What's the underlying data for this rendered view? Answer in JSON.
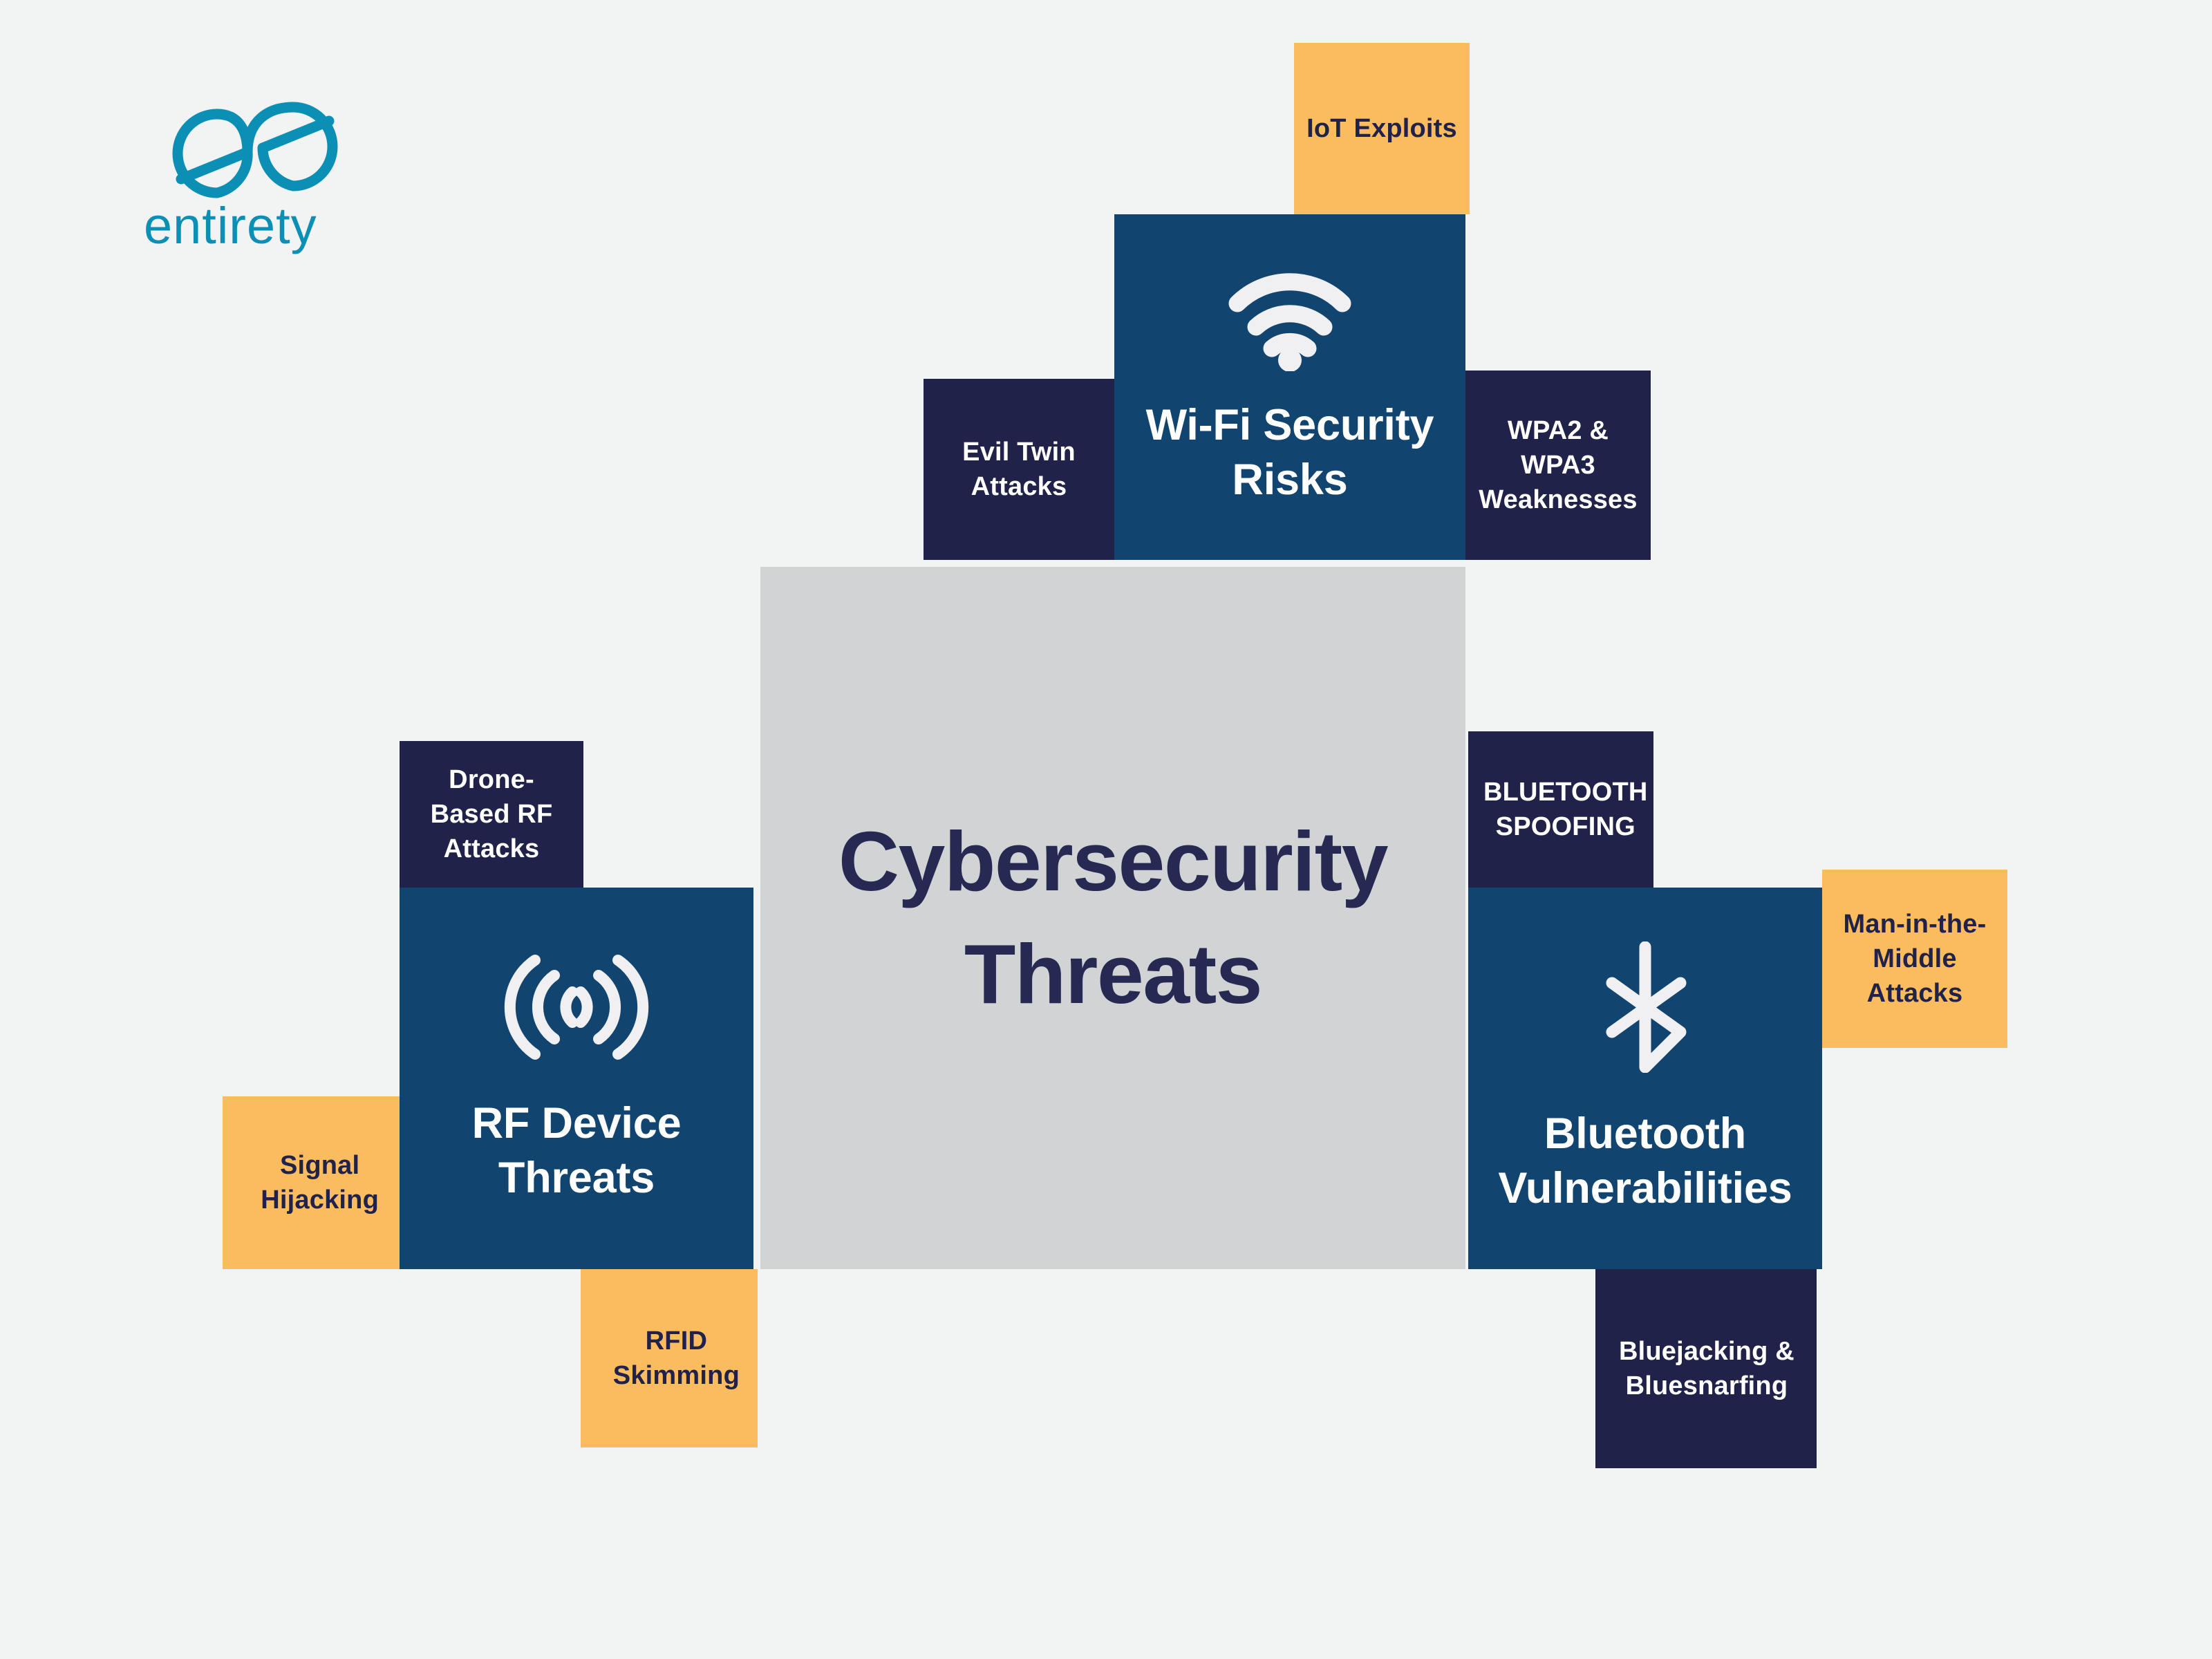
{
  "brand": {
    "name": "entirety",
    "logo_icon": "infinity-double-e-logo",
    "color": "#0b8fb5"
  },
  "colors": {
    "background": "#f2f3f3",
    "center_fill": "#d2d3d5",
    "navy": "#21224a",
    "blue": "#114570",
    "amber": "#fbbc5f",
    "title_text": "#262a53",
    "on_dark_text": "#ffffff"
  },
  "center": {
    "title_line1": "Cybersecurity",
    "title_line2": "Threats"
  },
  "clusters": [
    {
      "id": "wifi",
      "pillar": {
        "label_line1": "Wi-Fi Security",
        "label_line2": "Risks",
        "icon": "wifi-icon",
        "color": "#114570"
      },
      "satellites": [
        {
          "id": "iot-exploits",
          "label": "IoT Exploits",
          "color": "#fbbc5f"
        },
        {
          "id": "evil-twin",
          "label": "Evil Twin\nAttacks",
          "color": "#21224a"
        },
        {
          "id": "wpa-weakness",
          "label": "WPA2 &\nWPA3\nWeaknesses",
          "color": "#21224a"
        }
      ]
    },
    {
      "id": "rf",
      "pillar": {
        "label_line1": "RF Device",
        "label_line2": "Threats",
        "icon": "rf-signal-icon",
        "color": "#114570"
      },
      "satellites": [
        {
          "id": "drone-rf",
          "label": "Drone-\nBased RF\nAttacks",
          "color": "#21224a"
        },
        {
          "id": "signal-hijack",
          "label": "Signal\nHijacking",
          "color": "#fbbc5f"
        },
        {
          "id": "rfid-skimming",
          "label": "RFID\nSkimming",
          "color": "#fbbc5f"
        }
      ]
    },
    {
      "id": "bluetooth",
      "pillar": {
        "label_line1": "Bluetooth",
        "label_line2": "Vulnerabilities",
        "icon": "bluetooth-icon",
        "color": "#114570"
      },
      "satellites": [
        {
          "id": "bt-spoofing",
          "label": "BLUETOOTH\nSPOOFING",
          "color": "#21224a"
        },
        {
          "id": "mitm",
          "label": "Man-in-the-\nMiddle\nAttacks",
          "color": "#fbbc5f"
        },
        {
          "id": "bluejacking",
          "label": "Bluejacking &\nBluesnarfing",
          "color": "#21224a"
        }
      ]
    }
  ]
}
